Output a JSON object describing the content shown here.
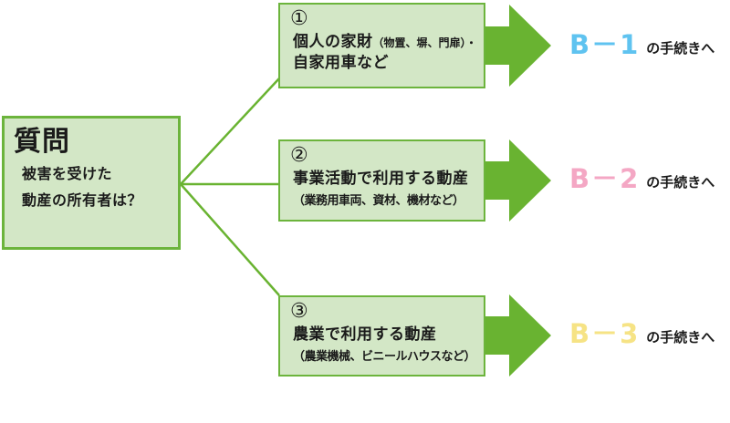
{
  "colors": {
    "green": "#69b331",
    "box_fill": "#d3e7c6",
    "box_border": "#6cb43c",
    "text": "#1a1a1a",
    "b1_blue": "#5fc3f0",
    "b2_pink": "#f4a7c4",
    "b3_yellow": "#f6e385"
  },
  "question_box": {
    "title": "質問",
    "line1": "被害を受けた",
    "line2": "動産の所有者は？"
  },
  "options": [
    {
      "number": "①",
      "main": "個人の家財",
      "main_note": "（物置、塀、門扉）・",
      "line2": "自家用車など"
    },
    {
      "number": "②",
      "main": "事業活動で利用する動産",
      "note": "（業務用車両、資材、機材など）"
    },
    {
      "number": "③",
      "main": "農業で利用する動産",
      "note": "（農業機械、ビニールハウスなど）"
    }
  ],
  "destinations": [
    {
      "code": "B－1",
      "suffix": "の手続きへ",
      "color": "#5fc3f0"
    },
    {
      "code": "B－2",
      "suffix": "の手続きへ",
      "color": "#f4a7c4"
    },
    {
      "code": "B－3",
      "suffix": "の手続きへ",
      "color": "#f6e385"
    }
  ]
}
